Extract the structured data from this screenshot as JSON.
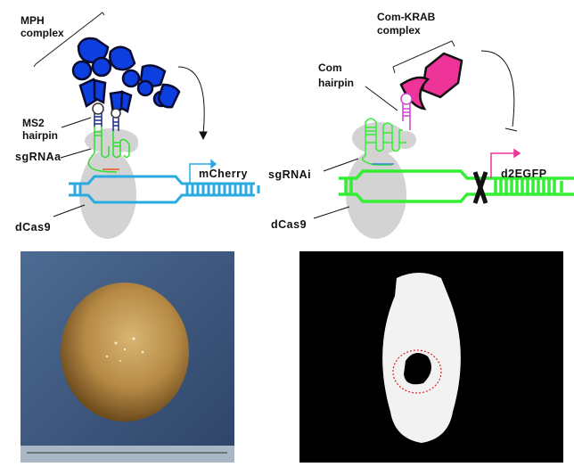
{
  "left_panel": {
    "complex_label_line1": "MPH",
    "complex_label_line2": "complex",
    "hairpin_label_line1": "MS2",
    "hairpin_label_line2": "hairpin",
    "sgrna_label": "sgRNAa",
    "cas_label": "dCas9",
    "gene_label": "mCherry",
    "dna_color": "#29abe2",
    "protein_color": "#0033cc"
  },
  "right_panel": {
    "complex_label_line1": "Com-KRAB",
    "complex_label_line2": "complex",
    "hairpin_label_line1": "Com",
    "hairpin_label_line2": "hairpin",
    "sgrna_label": "sgRNAi",
    "cas_label": "dCas9",
    "gene_label": "d2EGFP",
    "dna_color": "#33ee33",
    "protein_color": "#ee3399"
  }
}
